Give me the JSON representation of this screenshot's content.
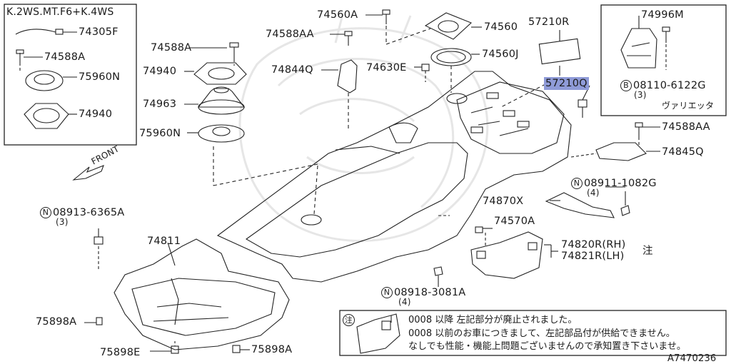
{
  "inset_left": {
    "title": "K.2WS.MT.F6+K.4WS",
    "parts": [
      "74305F",
      "74588A",
      "75960N",
      "74940"
    ]
  },
  "inset_right": {
    "parts": [
      "74996M",
      "08110-6122G",
      "(3)",
      "ヴァリエッタ"
    ],
    "bolt_prefix": "B"
  },
  "labels": {
    "p74560A": "74560A",
    "p74588AA_top": "74588AA",
    "p74560": "74560",
    "p57210R": "57210R",
    "p74560J": "74560J",
    "p74588A": "74588A",
    "p74940": "74940",
    "p74844Q": "74844Q",
    "p74630E": "74630E",
    "p57210Q": "57210Q",
    "p74963": "74963",
    "p75960N": "75960N",
    "p74588AA_right": "74588AA",
    "p74845Q": "74845Q",
    "front": "FRONT",
    "p08911": "08911-1082G",
    "p08911_qty": "(4)",
    "p74870X": "74870X",
    "p08913": "08913-6365A",
    "p08913_qty": "(3)",
    "p74570A": "74570A",
    "p74811": "74811",
    "p74820R": "74820R(RH)",
    "p74821R": "74821R(LH)",
    "chu": "注",
    "p08918": "08918-3081A",
    "p08918_qty": "(4)",
    "p75898A_left": "75898A",
    "p75898E": "75898E",
    "p75898A_bottom": "75898A",
    "nut_prefix": "N"
  },
  "note": {
    "mark": "注",
    "lines": [
      "0008 以降 左記部分が廃止されました。",
      "0008 以前のお車につきまして、左記部品付が供給できません。",
      "なしでも性能・機能上問題ございませんので承知置き下さいませ。"
    ]
  },
  "figure_id": "A7470236",
  "colors": {
    "highlight": "#8f9bd8",
    "line": "#222222",
    "watermark": "#e6e6e6"
  }
}
